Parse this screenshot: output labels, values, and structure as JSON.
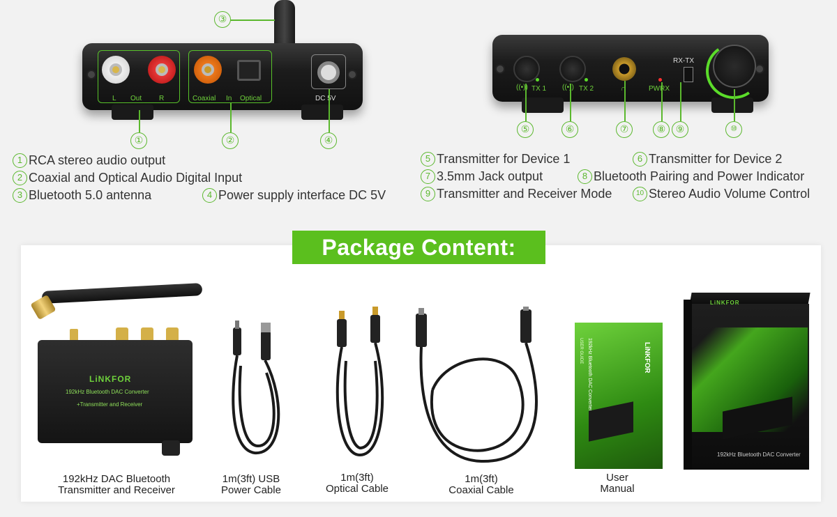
{
  "rear_panel": {
    "label_l": "L",
    "label_out": "Out",
    "label_r": "R",
    "label_coaxial": "Coaxial",
    "label_in": "In",
    "label_optical": "Optical",
    "label_dc": "DC 5V",
    "callouts": [
      "①",
      "②",
      "③",
      "④"
    ]
  },
  "front_panel": {
    "label_tx1": "TX 1",
    "label_tx2": "TX 2",
    "label_pwrx": "PWRX",
    "label_rxtx": "RX-TX",
    "callouts": [
      "⑤",
      "⑥",
      "⑦",
      "⑧",
      "⑨",
      "⑩"
    ]
  },
  "legend_left": [
    {
      "num": "1",
      "text": "RCA stereo audio output"
    },
    {
      "num": "2",
      "text": "Coaxial and Optical Audio Digital Input"
    },
    {
      "num": "3",
      "text": "Bluetooth 5.0 antenna"
    },
    {
      "num": "4",
      "text": "Power supply interface DC 5V"
    }
  ],
  "legend_right": [
    {
      "num": "5",
      "text": "Transmitter for Device 1"
    },
    {
      "num": "6",
      "text": "Transmitter for Device 2"
    },
    {
      "num": "7",
      "text": "3.5mm Jack output"
    },
    {
      "num": "8",
      "text": "Bluetooth Pairing and Power Indicator"
    },
    {
      "num": "9",
      "text": "Transmitter and Receiver Mode"
    },
    {
      "num": "10",
      "text": "Stereo Audio Volume Control"
    }
  ],
  "package": {
    "title": "Package Content:",
    "items": [
      {
        "line1": "192kHz DAC Bluetooth",
        "line2": "Transmitter and Receiver"
      },
      {
        "line1": "1m(3ft) USB",
        "line2": "Power Cable"
      },
      {
        "line1": "1m(3ft)",
        "line2": "Optical Cable"
      },
      {
        "line1": "1m(3ft)",
        "line2": "Coaxial Cable"
      },
      {
        "line1": "User",
        "line2": "Manual"
      }
    ],
    "device_brand": "LiNKFOR",
    "device_model": "192kHz Bluetooth DAC Converter",
    "device_sub": "+Transmitter and Receiver",
    "manual_brand": "LiNKFOR",
    "manual_title": "192kHz Bluetooth DAC Converter",
    "manual_guide": "USER GUIDE",
    "box_brand": "LiNKFOR",
    "box_title": "192kHz Bluetooth DAC Converter"
  },
  "colors": {
    "accent_green": "#5bb82e",
    "title_bg": "#5bbf1e",
    "background": "#f2f2f2"
  }
}
